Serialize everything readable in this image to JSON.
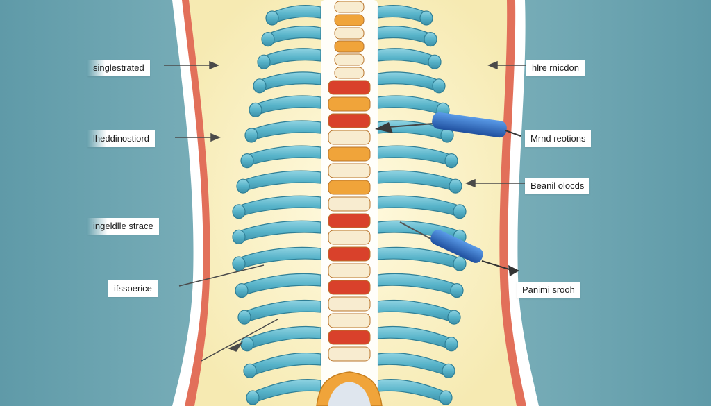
{
  "labels": {
    "left_1": "singlestrated",
    "left_2": "lheddinostiord",
    "left_3": "ingeldlle strace",
    "left_4": "ifssoerice",
    "right_1": "hlre rnicdon",
    "right_2": "Mrnd reotions",
    "right_3": "Beanil olocds",
    "right_4": "Panimi srooh"
  },
  "colors": {
    "background": "#6aa3b0",
    "torso_fill": "#fdf5c8",
    "body_outline": "#e2705a",
    "vertebra_blue": "#57b3c9",
    "disc_red": "#d9412b",
    "disc_orange": "#f0a43a",
    "disc_cream": "#f8ecd0",
    "needle_blue": "#2f6fc4"
  }
}
